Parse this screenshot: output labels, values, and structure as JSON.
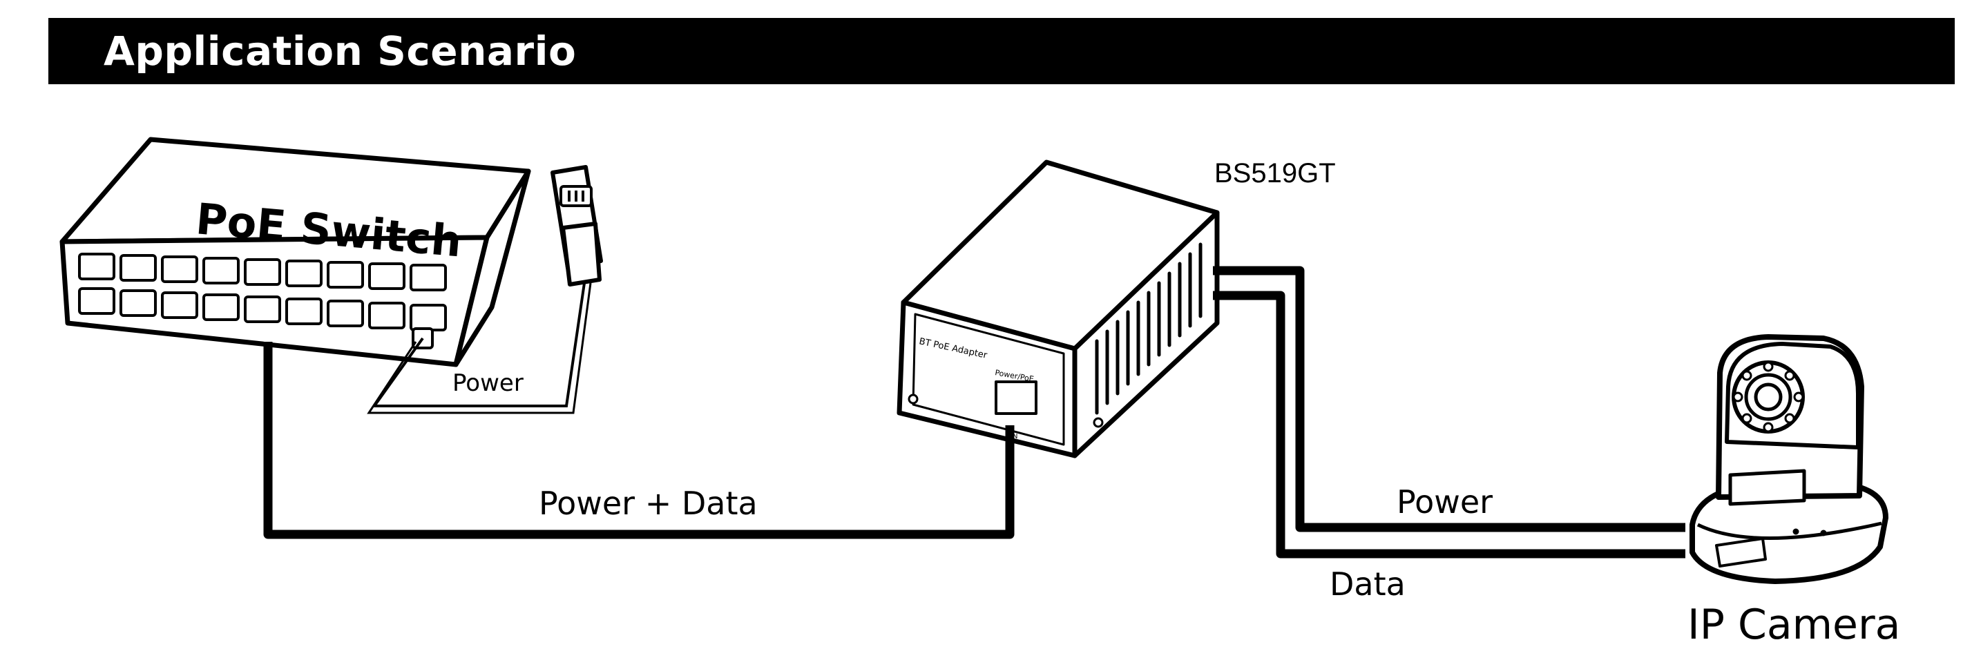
{
  "banner": {
    "title": "Application Scenario"
  },
  "devices": {
    "poe_switch": {
      "label": "PoE Switch"
    },
    "splitter": {
      "model": "BS519GT",
      "panel_label": "BT PoE Adapter",
      "port_label": "Power/PoE",
      "port_sub": "IN"
    },
    "camera": {
      "label": "IP Camera"
    }
  },
  "links": {
    "switch_power": "Power",
    "power_data": "Power + Data",
    "camera_power": "Power",
    "camera_data": "Data"
  },
  "colors": {
    "line": "#000000",
    "background": "#ffffff",
    "banner": "#000000"
  }
}
